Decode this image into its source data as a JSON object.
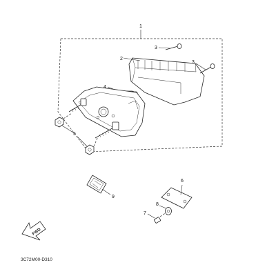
{
  "callouts": {
    "c1": "1",
    "c2": "2",
    "c3a": "3",
    "c3b": "3",
    "c4": "4",
    "c5": "5",
    "c6": "6",
    "c7": "7",
    "c8": "8",
    "c9": "9"
  },
  "diagram_code": "3C72M00-D310",
  "fwd_label": "FWD"
}
